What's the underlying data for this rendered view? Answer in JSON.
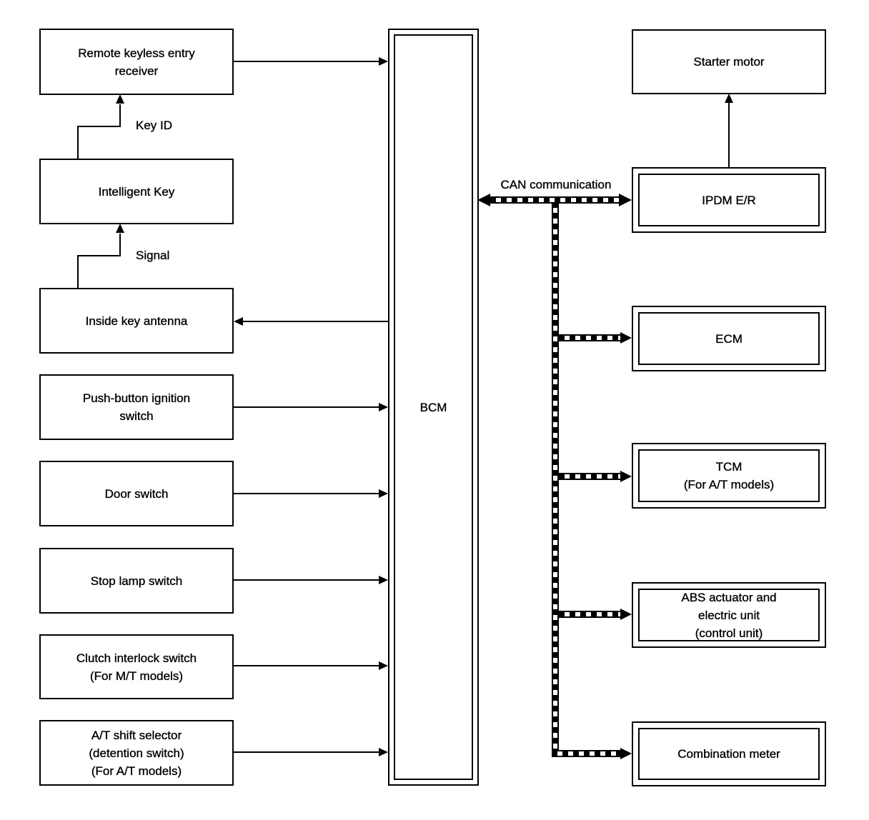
{
  "diagram": {
    "colors": {
      "line": "#000000",
      "background": "#ffffff"
    },
    "bcm": {
      "label": "BCM"
    },
    "left_column": [
      {
        "label": "Remote keyless entry\nreceiver"
      },
      {
        "label": "Intelligent Key"
      },
      {
        "label": "Inside key antenna"
      },
      {
        "label": "Push-button ignition\nswitch"
      },
      {
        "label": "Door switch"
      },
      {
        "label": "Stop lamp switch"
      },
      {
        "label": "Clutch interlock switch\n(For M/T models)"
      },
      {
        "label": "A/T shift selector\n(detention switch)\n(For A/T models)"
      }
    ],
    "right_column": [
      {
        "label": "Starter motor"
      },
      {
        "label": "IPDM E/R"
      },
      {
        "label": "ECM"
      },
      {
        "label": "TCM\n(For A/T models)"
      },
      {
        "label": "ABS actuator and\nelectric unit\n(control unit)"
      },
      {
        "label": "Combination meter"
      }
    ],
    "edge_labels": {
      "key_id": "Key ID",
      "signal": "Signal",
      "can": "CAN communication"
    }
  }
}
